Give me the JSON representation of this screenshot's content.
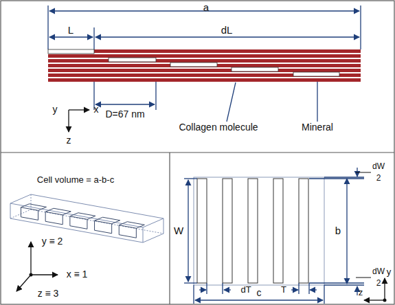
{
  "diagram": {
    "labels": [
      "a",
      "L",
      "dL",
      "D=67 nm",
      "Collagen molecule",
      "Mineral",
      "y",
      "x",
      "z",
      "Cell volume = a-b-c",
      "y ≡ 2",
      "x ≡ 1",
      "z ≡ 3",
      "W",
      "dW",
      "2",
      "dW",
      "2",
      "b",
      "dT",
      "T",
      "c",
      "y",
      "z"
    ]
  }
}
